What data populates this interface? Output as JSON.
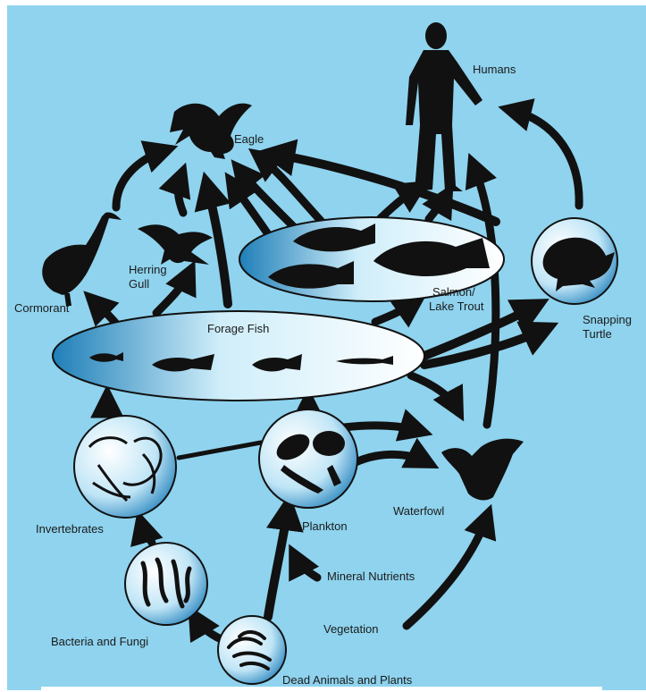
{
  "colors": {
    "background": "#8fd3ee",
    "border": "#ffffff",
    "silhouette": "#111111",
    "node_fill_light": "#ffffff",
    "node_fill_dark": "#1f7fb8"
  },
  "labels": {
    "humans": "Humans",
    "eagle": "Eagle",
    "cormorant": "Cormorant",
    "herring_gull_line1": "Herring",
    "herring_gull_line2": "Gull",
    "salmon_line1": "Salmon/",
    "salmon_line2": "Lake Trout",
    "forage_fish": "Forage Fish",
    "snapping_turtle_line1": "Snapping",
    "snapping_turtle_line2": "Turtle",
    "invertebrates": "Invertebrates",
    "plankton": "Plankton",
    "waterfowl": "Waterfowl",
    "mineral_nutrients": "Mineral Nutrients",
    "vegetation": "Vegetation",
    "bacteria_fungi": "Bacteria and Fungi",
    "dead_animals_plants": "Dead Animals and Plants"
  },
  "icons": {
    "humans": "human-silhouette-icon",
    "eagle": "eagle-silhouette-icon",
    "cormorant": "cormorant-silhouette-icon",
    "gull": "gull-silhouette-icon",
    "salmon": "salmon-silhouette-icon",
    "forage_fish": "small-fish-silhouette-icon",
    "turtle": "turtle-silhouette-icon",
    "invertebrates": "invertebrates-icon",
    "plankton": "plankton-icon",
    "waterfowl": "duck-silhouette-icon",
    "bacteria": "bacteria-fungi-icon",
    "dead_matter": "dead-matter-icon"
  }
}
